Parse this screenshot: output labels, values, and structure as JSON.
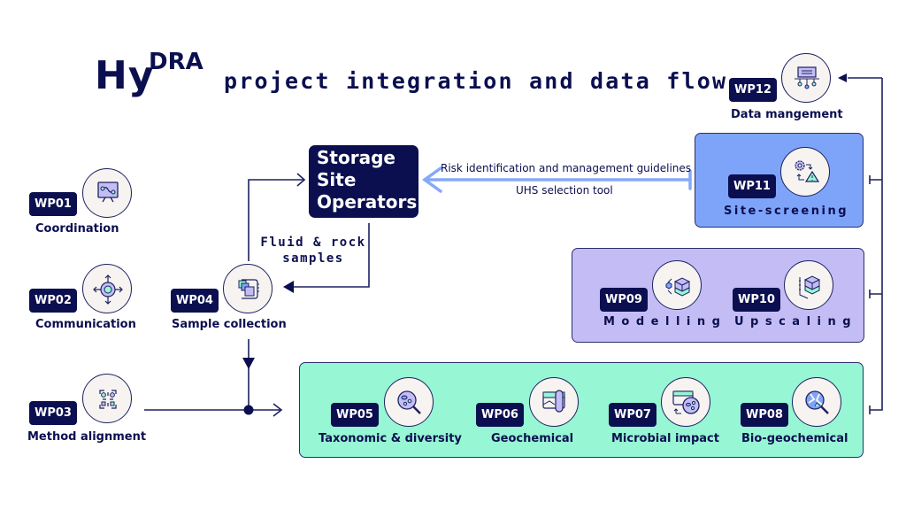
{
  "title": {
    "brand_main": "Hy",
    "brand_super": "DRA",
    "subtitle": "project integration and data flow"
  },
  "colors": {
    "navy": "#0b0f4f",
    "site_screening_bg": "#7ea4f9",
    "modelling_bg": "#c4bdf5",
    "lab_bg": "#97f6d4",
    "feedback_arrow": "#86a8f7",
    "circle_bg": "#f6f3f1"
  },
  "storage_operators": {
    "line1": "Storage",
    "line2": "Site",
    "line3": "Operators"
  },
  "flows": {
    "samples_line1": "Fluid & rock",
    "samples_line2": "samples",
    "risk_guidelines": "Risk identification and management guidelines",
    "uhs_tool": "UHS selection tool"
  },
  "work_packages": [
    {
      "id": "WP01",
      "name": "Coordination",
      "icon": "presentation-board-icon"
    },
    {
      "id": "WP02",
      "name": "Communication",
      "icon": "broadcast-arrows-icon"
    },
    {
      "id": "WP03",
      "name": "Method alignment",
      "icon": "grid-alignment-icon"
    },
    {
      "id": "WP04",
      "name": "Sample collection",
      "icon": "sample-stack-icon"
    },
    {
      "id": "WP05",
      "name": "Taxonomic & diversity",
      "icon": "magnifier-cells-icon"
    },
    {
      "id": "WP06",
      "name": "Geochemical",
      "icon": "test-tube-icon"
    },
    {
      "id": "WP07",
      "name": "Microbial impact",
      "icon": "petri-dish-icon"
    },
    {
      "id": "WP08",
      "name": "Bio-geochemical",
      "icon": "magnifier-globe-icon"
    },
    {
      "id": "WP09",
      "name": "Modelling",
      "icon": "cube-model-icon"
    },
    {
      "id": "WP10",
      "name": "Upscaling",
      "icon": "cube-scale-icon"
    },
    {
      "id": "WP11",
      "name": "Site-screening",
      "icon": "gear-warning-icon"
    },
    {
      "id": "WP12",
      "name": "Data mangement",
      "icon": "data-hierarchy-icon"
    }
  ]
}
